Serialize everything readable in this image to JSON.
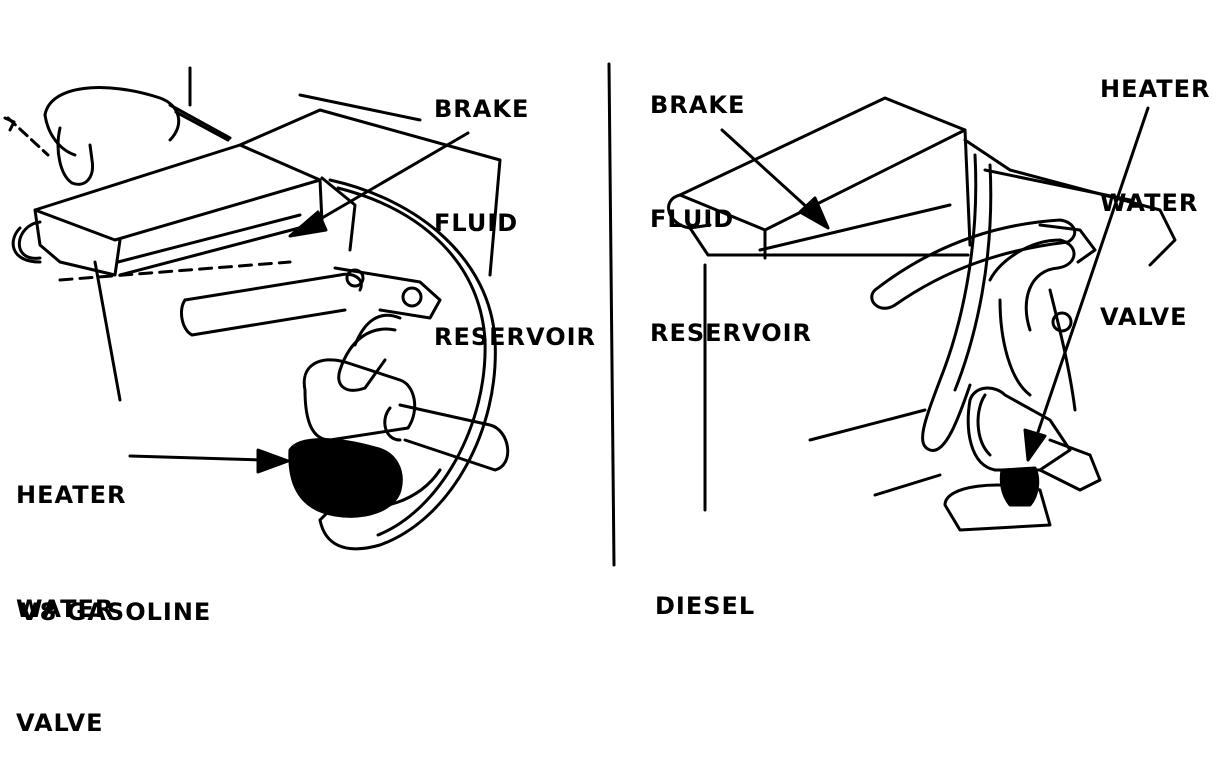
{
  "diagram": {
    "left_panel": {
      "caption": "V8 GASOLINE",
      "brake_label": [
        "BRAKE",
        "FLUID",
        "RESERVOIR"
      ],
      "heater_label": [
        "HEATER",
        "WATER",
        "VALVE"
      ]
    },
    "right_panel": {
      "caption": "DIESEL",
      "brake_label": [
        "BRAKE",
        "FLUID",
        "RESERVOIR"
      ],
      "heater_label": [
        "HEATER",
        "WATER",
        "VALVE"
      ]
    }
  },
  "colors": {
    "ink": "#000000",
    "paper": "#ffffff"
  }
}
